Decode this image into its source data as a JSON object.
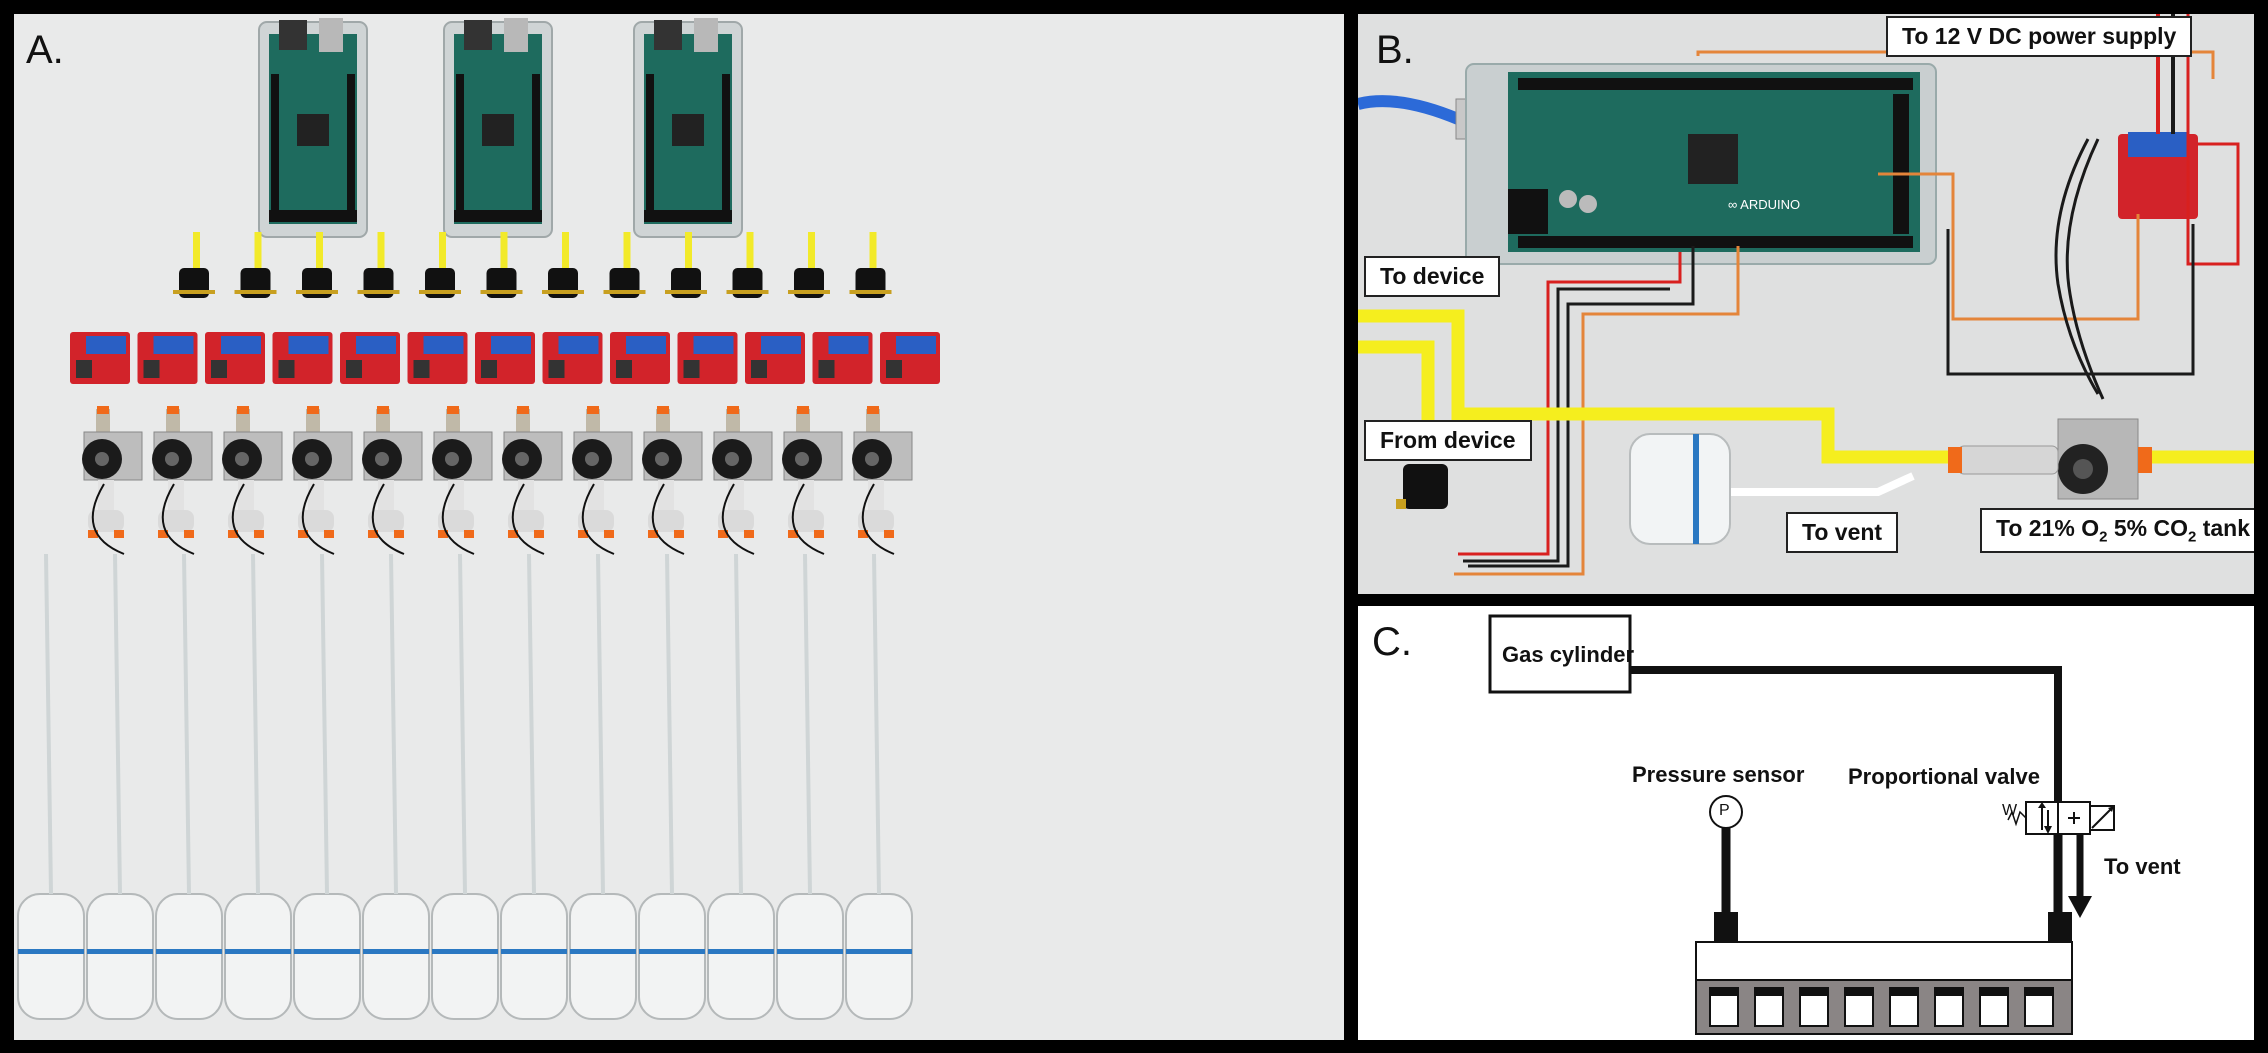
{
  "panels": {
    "a": {
      "letter": "A."
    },
    "b": {
      "letter": "B.",
      "labels": {
        "power": "To 12 V DC power supply",
        "to_device": "To device",
        "from_device": "From device",
        "to_vent": "To vent",
        "tank_prefix": "To 21% O",
        "tank_sub1": "2",
        "tank_mid": " 5% CO",
        "tank_sub2": "2",
        "tank_suffix": " tank"
      }
    },
    "c": {
      "letter": "C.",
      "labels": {
        "gas_cylinder": "Gas cylinder",
        "pressure_sensor": "Pressure sensor",
        "sensor_symbol": "P",
        "proportional_valve": "Proportional valve",
        "valve_spring": "W",
        "to_vent": "To vent"
      }
    }
  },
  "colors": {
    "board": "#1e6b5e",
    "driver_board": "#d2232a",
    "terminal": "#2a5fc4",
    "sensor_stem": "#f2ea2a",
    "tubing": "#f5ee1e",
    "wire_orange": "#e4853a",
    "wire_red": "#d8201f",
    "wire_black": "#1a1a1a",
    "manifold_base": "#8a8585"
  },
  "icons": [
    "arduino-board",
    "pressure-sensor",
    "mosfet-driver",
    "solenoid-valve",
    "humidifier-chamber"
  ]
}
